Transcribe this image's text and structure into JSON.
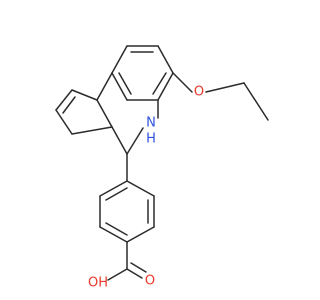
{
  "molecule": {
    "atom_labels": {
      "ether_oxygen": "O",
      "amine_nh": "N",
      "amine_h": "H",
      "carbonyl_oxygen": "O",
      "hydroxyl": "OH"
    },
    "colors": {
      "bond": "#2b2b2b",
      "oxygen": "#e8392a",
      "nitrogen": "#2f52e0"
    }
  }
}
